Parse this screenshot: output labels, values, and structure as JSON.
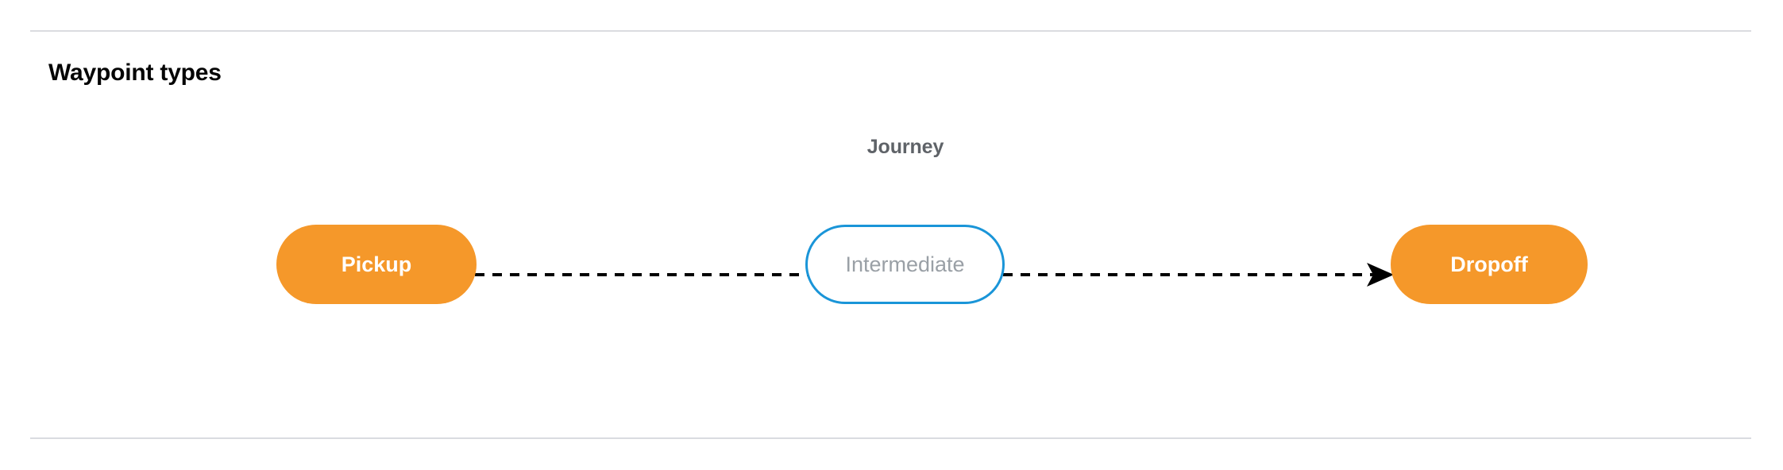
{
  "section": {
    "title": "Waypoint types"
  },
  "diagram": {
    "group_label": "Journey",
    "nodes": [
      {
        "id": "pickup",
        "label": "Pickup",
        "style": "filled-orange",
        "fill": "#f5982a",
        "text_color": "#ffffff"
      },
      {
        "id": "intermediate",
        "label": "Intermediate",
        "style": "outlined-blue",
        "fill": "#ffffff",
        "border_color": "#1a95d8",
        "text_color": "#9aa0a6"
      },
      {
        "id": "dropoff",
        "label": "Dropoff",
        "style": "filled-orange",
        "fill": "#f5982a",
        "text_color": "#ffffff"
      }
    ],
    "connectors": [
      {
        "id": "pickup-to-intermediate",
        "from": "pickup",
        "to": "intermediate",
        "style": "dashed",
        "arrowhead": false,
        "color": "#000000"
      },
      {
        "id": "intermediate-to-dropoff",
        "from": "intermediate",
        "to": "dropoff",
        "style": "dashed",
        "arrowhead": true,
        "color": "#000000"
      }
    ]
  },
  "colors": {
    "divider": "#dadce0",
    "accent_orange": "#f5982a",
    "accent_blue": "#1a95d8",
    "muted_text": "#9aa0a6",
    "label_text": "#5f6368",
    "title_text": "#050505"
  }
}
